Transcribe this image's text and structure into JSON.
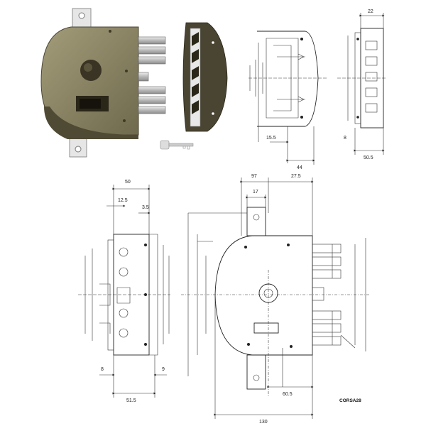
{
  "labels": {
    "model_code": "CORSA28"
  },
  "dimensions": {
    "top_front": [
      "15.5",
      "44"
    ],
    "top_side": [
      "22",
      "8",
      "50.5"
    ],
    "bottom_side": [
      "50",
      "12.5",
      "3.5",
      "51.5",
      "8",
      "9"
    ],
    "bottom_front": [
      "97",
      "27.5",
      "17",
      "60.5",
      "130"
    ]
  },
  "colors": {
    "lock_body": "#8a8363",
    "lock_dark": "#5e583f",
    "bolt_steel": "#c9c9c9",
    "knob": "#3a3424",
    "ink": "#222222"
  },
  "icons": [
    "key-icon",
    "cylinder-knob-icon"
  ]
}
